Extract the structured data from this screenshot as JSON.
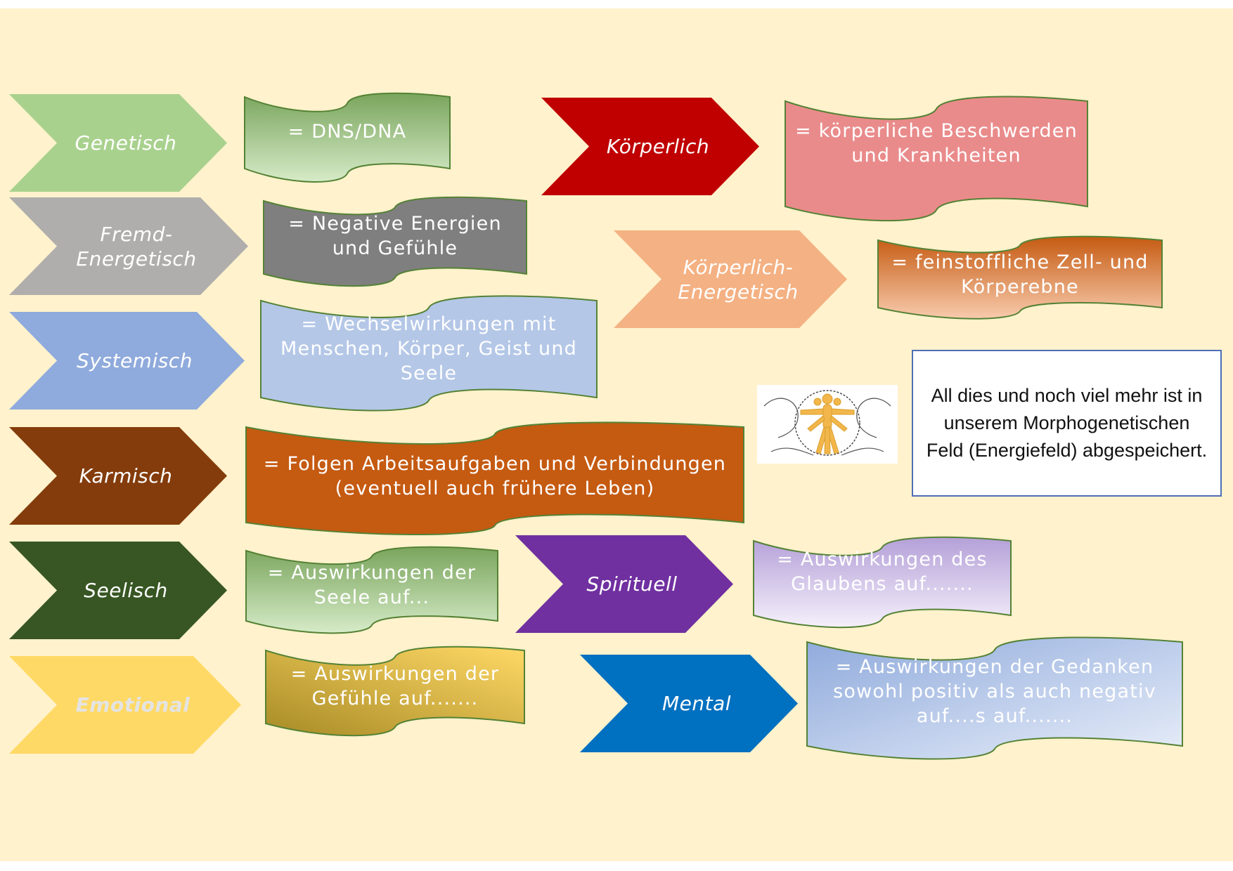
{
  "categories": [
    {
      "id": "genetisch",
      "label": "Genetisch",
      "color": "#a9d18e",
      "text_color": "#ffffff",
      "definition": "= DNS/DNA",
      "banner_style": "green-gradient"
    },
    {
      "id": "fremd-energetisch",
      "label": "Fremd-\nEnergetisch",
      "color": "#b0aeac",
      "text_color": "#ffffff",
      "definition": "= Negative Energien\nund Gefühle",
      "banner_style": "gray"
    },
    {
      "id": "systemisch",
      "label": "Systemisch",
      "color": "#8faadc",
      "text_color": "#ffffff",
      "definition": "= Wechselwirkungen mit\nMenschen, Körper, Geist und\nSeele",
      "banner_style": "light-blue"
    },
    {
      "id": "karmisch",
      "label": "Karmisch",
      "color": "#843c0c",
      "text_color": "#ffffff",
      "definition": "= Folgen Arbeitsaufgaben und Verbindungen\n(eventuell auch frühere Leben)",
      "banner_style": "orange"
    },
    {
      "id": "seelisch",
      "label": "Seelisch",
      "color": "#375623",
      "text_color": "#ffffff",
      "definition": "= Auswirkungen der\nSeele auf...",
      "banner_style": "green-gradient"
    },
    {
      "id": "emotional",
      "label": "Emotional",
      "color": "#ffd966",
      "text_color": "#e4e4e4",
      "definition": "= Auswirkungen der\nGefühle auf.......",
      "banner_style": "gold-gradient"
    },
    {
      "id": "koerperlich",
      "label": "Körperlich",
      "color": "#c00000",
      "text_color": "#ffffff",
      "definition": "= körperliche Beschwerden\nund Krankheiten",
      "banner_style": "pink"
    },
    {
      "id": "koerperlich-energetisch",
      "label": "Körperlich-\nEnergetisch",
      "color": "#f4b183",
      "text_color": "#ffffff",
      "definition": "= feinstoffliche Zell- und\nKörperebne",
      "banner_style": "orange-gradient"
    },
    {
      "id": "spirituell",
      "label": "Spirituell",
      "color": "#7030a0",
      "text_color": "#ffffff",
      "definition": "= Auswirkungen des\nGlaubens auf.......",
      "banner_style": "lavender-gradient"
    },
    {
      "id": "mental",
      "label": "Mental",
      "color": "#0070c0",
      "text_color": "#ffffff",
      "definition": "= Auswirkungen der Gedanken\nsowohl positiv als auch negativ\nauf....s auf.......",
      "banner_style": "blue-gradient"
    }
  ],
  "info_text": "All dies und noch viel mehr ist in unserem Morphogenetischen Feld (Energiefeld) abgespeichert.",
  "colors": {
    "background": "#fff2cc",
    "banner_outline": "#548235",
    "info_border": "#4f6eb5"
  },
  "icons": {
    "logo": "vitruvian-figure-icon"
  }
}
